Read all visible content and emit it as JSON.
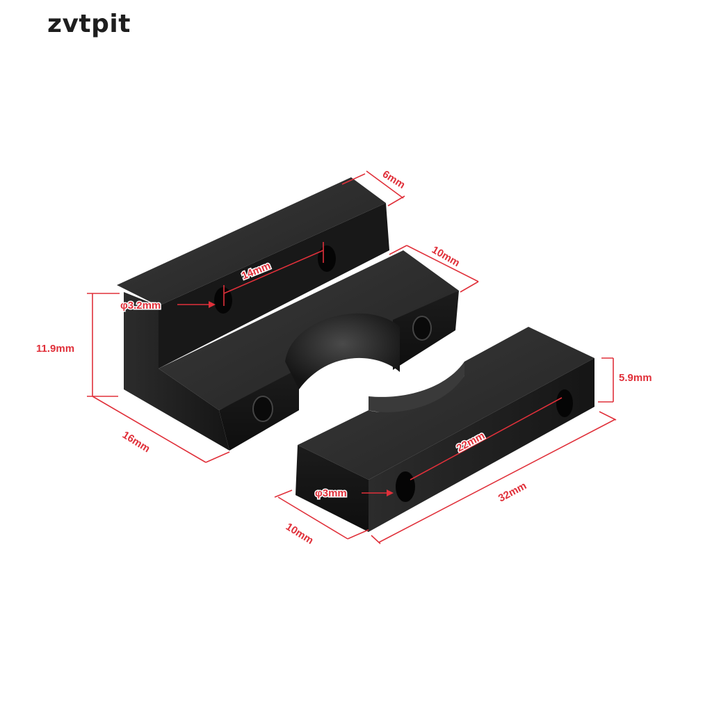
{
  "watermark": "zvtpit",
  "colors": {
    "background": "#ffffff",
    "part_body": "#1b1b1b",
    "dimension_red": "#e0303a"
  },
  "dimensions": {
    "upper_part": {
      "depth_top": "6mm",
      "depth_right": "10mm",
      "hole_spacing": "14mm",
      "hole_diameter": "φ3.2mm",
      "height": "11.9mm",
      "width": "16mm"
    },
    "lower_part": {
      "height": "5.9mm",
      "hole_spacing": "22mm",
      "hole_diameter": "φ3mm",
      "length": "32mm",
      "depth": "10mm"
    }
  }
}
